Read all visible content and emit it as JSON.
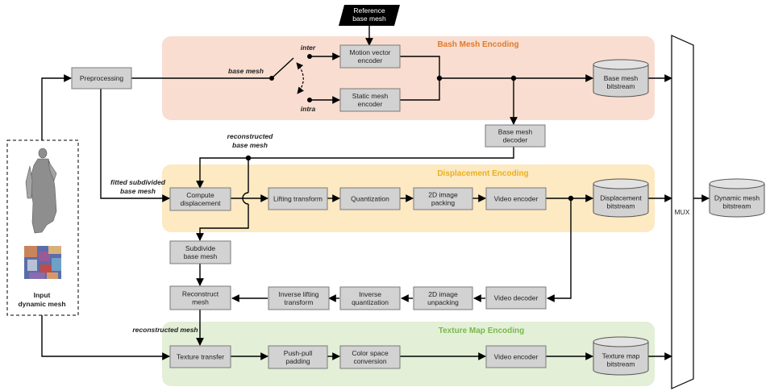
{
  "colors": {
    "base_band": "#f9ddd0",
    "base_title": "#e07a2a",
    "disp_band": "#fde9c2",
    "disp_title": "#e8b020",
    "tex_band": "#e3efd6",
    "tex_title": "#77b94a",
    "box_fill": "#d2d2d2",
    "box_stroke": "#7a7a7a"
  },
  "sections": {
    "base": "Bash Mesh Encoding",
    "displacement": "Displacement Encoding",
    "texture": "Texture Map Encoding"
  },
  "reference": [
    "Reference",
    "base mesh"
  ],
  "input_label": [
    "Input",
    "dynamic mesh"
  ],
  "mux_label": "MUX",
  "boxes": {
    "preprocessing": [
      "Preprocessing"
    ],
    "motion_vector_encoder": [
      "Motion vector",
      "encoder"
    ],
    "static_mesh_encoder": [
      "Static mesh",
      "encoder"
    ],
    "base_mesh_decoder": [
      "Base mesh",
      "decoder"
    ],
    "compute_displacement": [
      "Compute",
      "displacement"
    ],
    "lifting_transform": [
      "Lifting transform"
    ],
    "quantization": [
      "Quantization"
    ],
    "image_packing": [
      "2D image",
      "packing"
    ],
    "video_encoder_disp": [
      "Video encoder"
    ],
    "subdivide_base_mesh": [
      "Subdivide",
      "base mesh"
    ],
    "reconstruct_mesh": [
      "Reconstruct",
      "mesh"
    ],
    "inverse_lifting": [
      "Inverse lifting",
      "transform"
    ],
    "inverse_quantization": [
      "Inverse",
      "quantization"
    ],
    "image_unpacking": [
      "2D image",
      "unpacking"
    ],
    "video_decoder": [
      "Video decoder"
    ],
    "texture_transfer": [
      "Texture transfer"
    ],
    "push_pull_padding": [
      "Push-pull",
      "padding"
    ],
    "color_space_conversion": [
      "Color space",
      "conversion"
    ],
    "video_encoder_tex": [
      "Video encoder"
    ]
  },
  "bitstreams": {
    "base_mesh": [
      "Base mesh",
      "bitstream"
    ],
    "displacement": [
      "Displacement",
      "bitstream"
    ],
    "texture_map": [
      "Texture map",
      "bitstream"
    ],
    "dynamic_mesh": [
      "Dynamic mesh",
      "bitstream"
    ]
  },
  "labels": {
    "base_mesh": [
      "base mesh"
    ],
    "inter": [
      "inter"
    ],
    "intra": [
      "intra"
    ],
    "reconstructed_base_mesh": [
      "reconstructed",
      "base mesh"
    ],
    "fitted_subdivided": [
      "fitted subdivided",
      "base mesh"
    ],
    "reconstructed_mesh": [
      "reconstructed mesh"
    ]
  }
}
